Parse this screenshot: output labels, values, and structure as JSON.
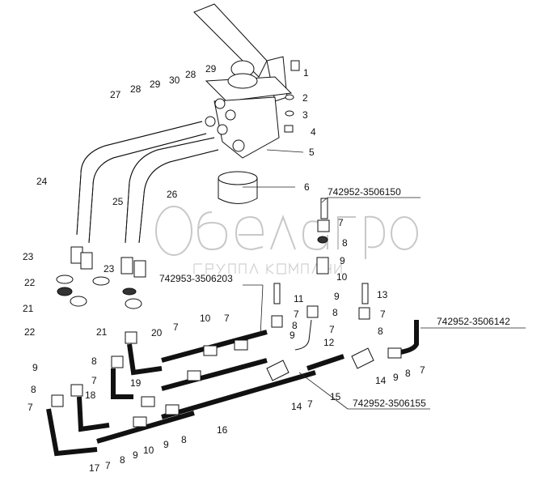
{
  "watermark": {
    "brand": "белагро",
    "tagline": "ГРУППА КОМПАНИЙ"
  },
  "part_numbers": {
    "p1": "742952-3506150",
    "p2": "742953-3506203",
    "p3": "742952-3506142",
    "p4": "742952-3506155"
  },
  "callouts": [
    "1",
    "2",
    "3",
    "4",
    "5",
    "6",
    "29",
    "28",
    "30",
    "29",
    "28",
    "27",
    "24",
    "25",
    "26",
    "7",
    "8",
    "9",
    "10",
    "23",
    "23",
    "22",
    "21",
    "22",
    "21",
    "11",
    "7",
    "8",
    "9",
    "12",
    "13",
    "7",
    "8",
    "9",
    "8",
    "7",
    "14",
    "7",
    "15",
    "14",
    "9",
    "8",
    "7",
    "9",
    "8",
    "7",
    "8",
    "7",
    "20",
    "7",
    "10",
    "7",
    "19",
    "18",
    "16",
    "17",
    "7",
    "8",
    "9",
    "10",
    "9",
    "8"
  ]
}
